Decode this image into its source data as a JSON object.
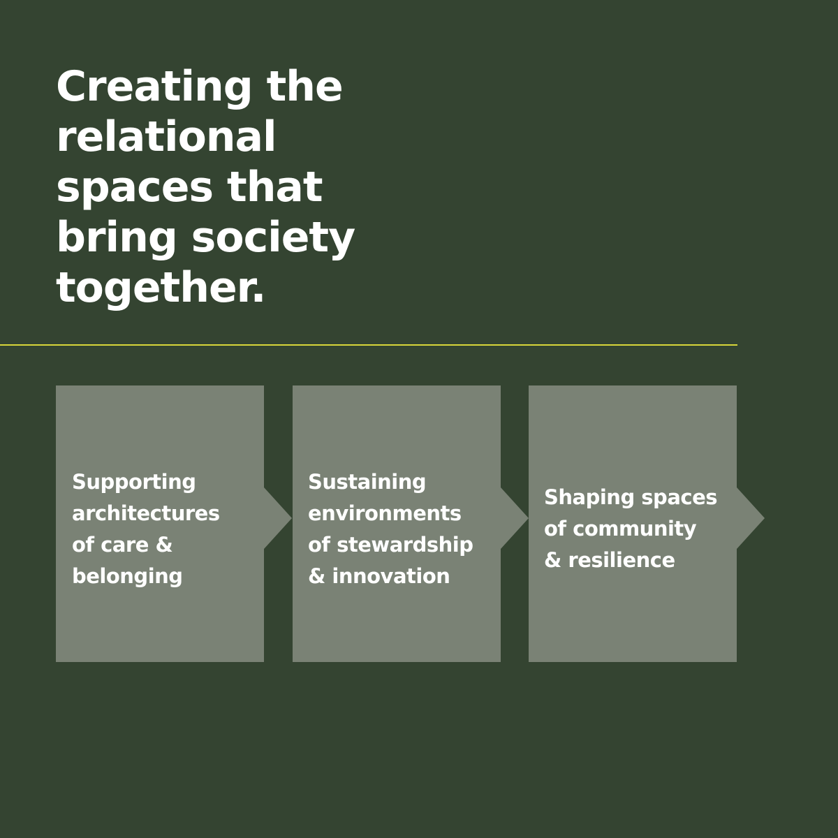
{
  "colors": {
    "background": "#344431",
    "accent_line": "#d8d63a",
    "step_fill": "#7a8275",
    "text": "#ffffff"
  },
  "headline": {
    "lines": [
      "Creating the",
      "relational",
      "spaces that",
      "bring society",
      "together."
    ]
  },
  "steps": [
    {
      "lines": [
        "Supporting",
        "architectures",
        "of care &",
        "belonging"
      ]
    },
    {
      "lines": [
        "Sustaining",
        "environments",
        "of stewardship",
        "& innovation"
      ]
    },
    {
      "lines": [
        "Shaping spaces",
        "of community",
        "& resilience"
      ]
    }
  ]
}
